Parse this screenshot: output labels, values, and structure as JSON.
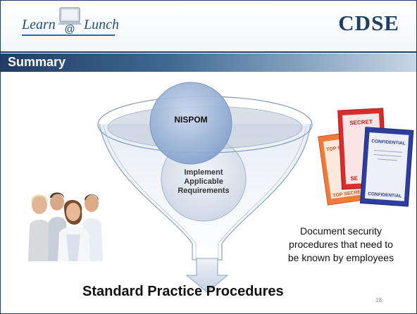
{
  "logo": {
    "learn": "Learn",
    "at": "@",
    "lunch": "Lunch"
  },
  "brand": "CDSE",
  "slide_title": "Summary",
  "funnel": {
    "top_circle": "NISPOM",
    "bottom_circle_lines": [
      "Implement",
      "Applicable",
      "Requirements"
    ]
  },
  "documents_image": {
    "labels": [
      "TOP SECRET",
      "SECRET",
      "CONFIDENTIAL",
      "CONFIDENTIAL",
      "TOP SECRET",
      "SE"
    ]
  },
  "note_lines": [
    "Document security",
    "procedures that need to",
    "be known by employees"
  ],
  "bottom_title": "Standard Practice Procedures",
  "page_number": "18",
  "colors": {
    "navy": "#1f3d66",
    "circle": "#a9bfdf",
    "funnel": "#ccd8e8"
  }
}
